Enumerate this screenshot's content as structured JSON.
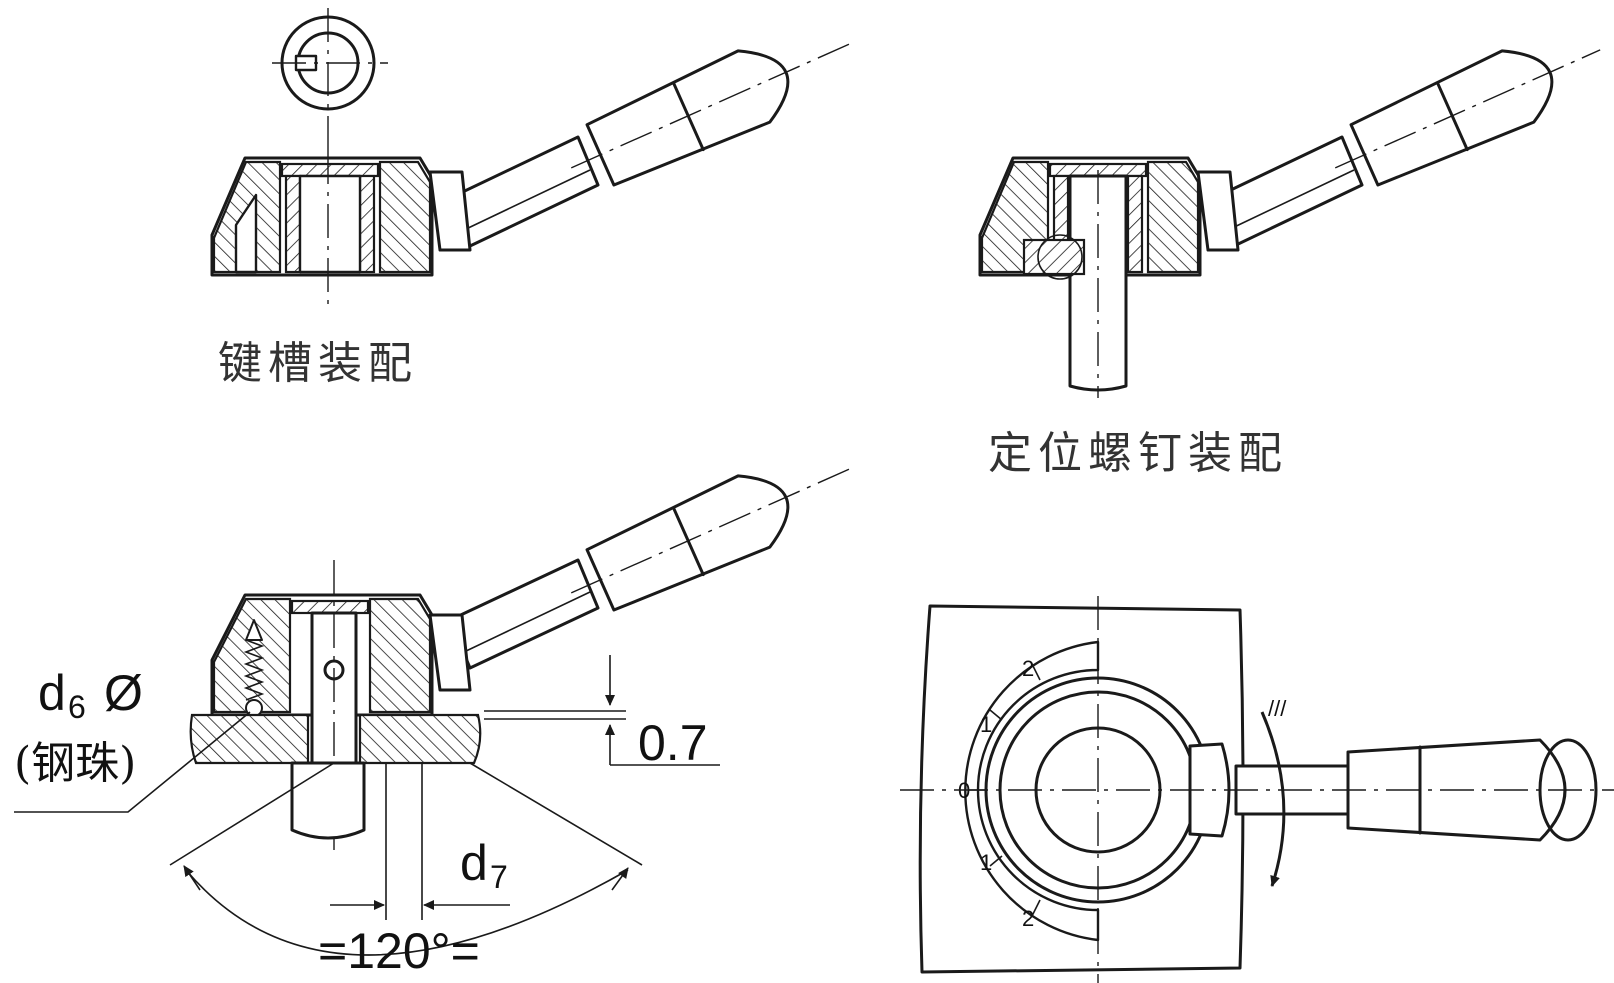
{
  "captions": {
    "keyway": "键槽装配",
    "set_screw": "定位螺钉装配"
  },
  "dimensions": {
    "d6": "d",
    "d6_sub": "6",
    "diameter_symbol": "Ø",
    "steel_ball": "(钢珠)",
    "gap": "0.7",
    "d7": "d",
    "d7_sub": "7",
    "angle": "=120°="
  },
  "scale_marks": [
    "2",
    "1",
    "0",
    "1",
    "2"
  ],
  "rotation_mark": "///"
}
